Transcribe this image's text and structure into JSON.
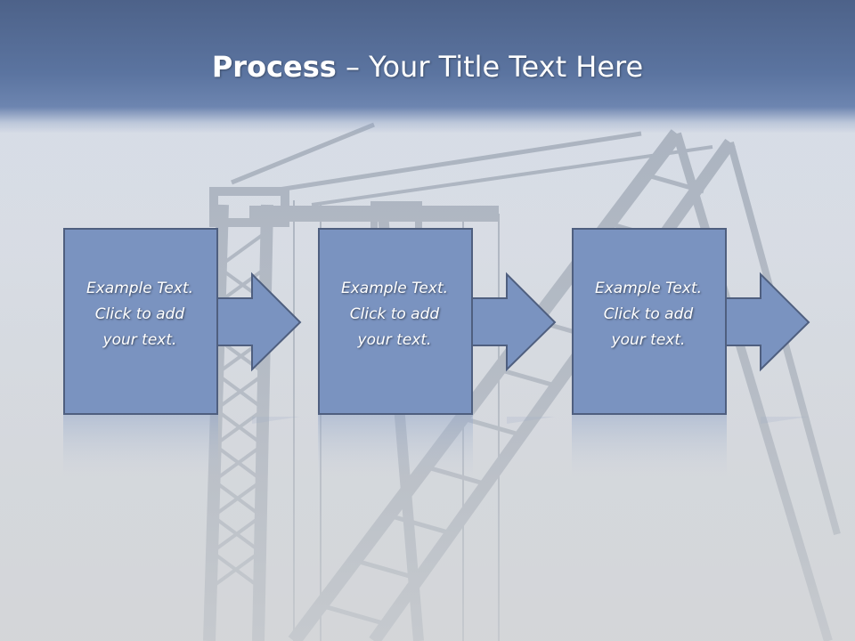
{
  "slide": {
    "title_strong": "Process",
    "title_rest": " – Your Title Text Here"
  },
  "steps": [
    {
      "line1": "Example Text.",
      "line2": "Click  to add",
      "line3": "your text."
    },
    {
      "line1": "Example Text.",
      "line2": "Click  to add",
      "line3": "your text."
    },
    {
      "line1": "Example Text.",
      "line2": "Click  to add",
      "line3": "your text."
    }
  ],
  "colors": {
    "title_band": "#5b74a0",
    "box_fill": "#7a93c0",
    "box_stroke": "#4f5f7f",
    "text": "#ffffff"
  }
}
